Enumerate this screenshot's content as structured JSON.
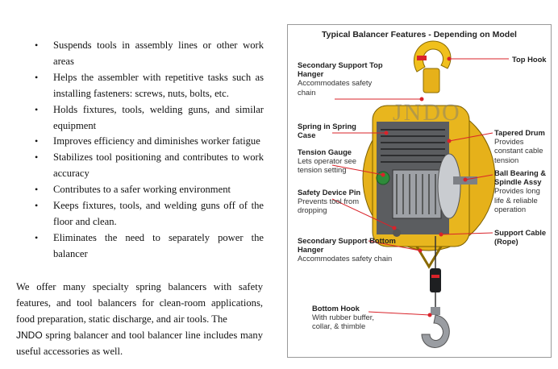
{
  "bullets": [
    "Suspends tools in assembly lines or other work areas",
    "Helps the assembler with repetitive tasks such as installing fasteners: screws, nuts, bolts, etc.",
    "Holds fixtures, tools, welding guns, and similar equipment",
    "Improves efficiency and diminishes worker fatigue",
    "Stabilizes tool positioning and contributes to work accuracy",
    "Contributes to a safer working environment",
    "Keeps fixtures, tools, and welding guns off of the floor and clean.",
    "Eliminates the need to separately power the balancer"
  ],
  "intro": {
    "text": "We offer many specialty spring balancers with safety features, and tool balancers for clean-room applications, food preparation, static discharge, and air tools. The",
    "brand": "JNDO",
    "text_after": " spring balancer and tool balancer line includes many useful accessories as well."
  },
  "figure": {
    "title": "Typical Balancer Features - Depending on Model",
    "watermark": "JNDO",
    "colors": {
      "body": "#e6b11a",
      "hook": "#f0c01c",
      "lead_line": "#d9232a",
      "steel": "#8c8f94"
    },
    "labels": {
      "secondary_top": {
        "heading": "Secondary Support Top Hanger",
        "desc": "Accommodates safety chain"
      },
      "spring_case": {
        "heading": "Spring in Spring Case",
        "desc": ""
      },
      "tension_gauge": {
        "heading": "Tension Gauge",
        "desc": "Lets operator see tension setting"
      },
      "safety_pin": {
        "heading": "Safety Device Pin",
        "desc": "Prevents tool from dropping"
      },
      "secondary_bottom": {
        "heading": "Secondary Support Bottom Hanger",
        "desc": "Accommodates safety chain"
      },
      "bottom_hook": {
        "heading": "Bottom Hook",
        "desc": "With rubber buffer, collar, & thimble"
      },
      "top_hook": {
        "heading": "Top Hook",
        "desc": ""
      },
      "tapered_drum": {
        "heading": "Tapered Drum",
        "desc": "Provides constant cable tension"
      },
      "ball_bearing": {
        "heading": "Ball Bearing & Spindle Assy",
        "desc": "Provides long life & reliable operation"
      },
      "support_cable": {
        "heading": "Support Cable (Rope)",
        "desc": ""
      }
    }
  }
}
